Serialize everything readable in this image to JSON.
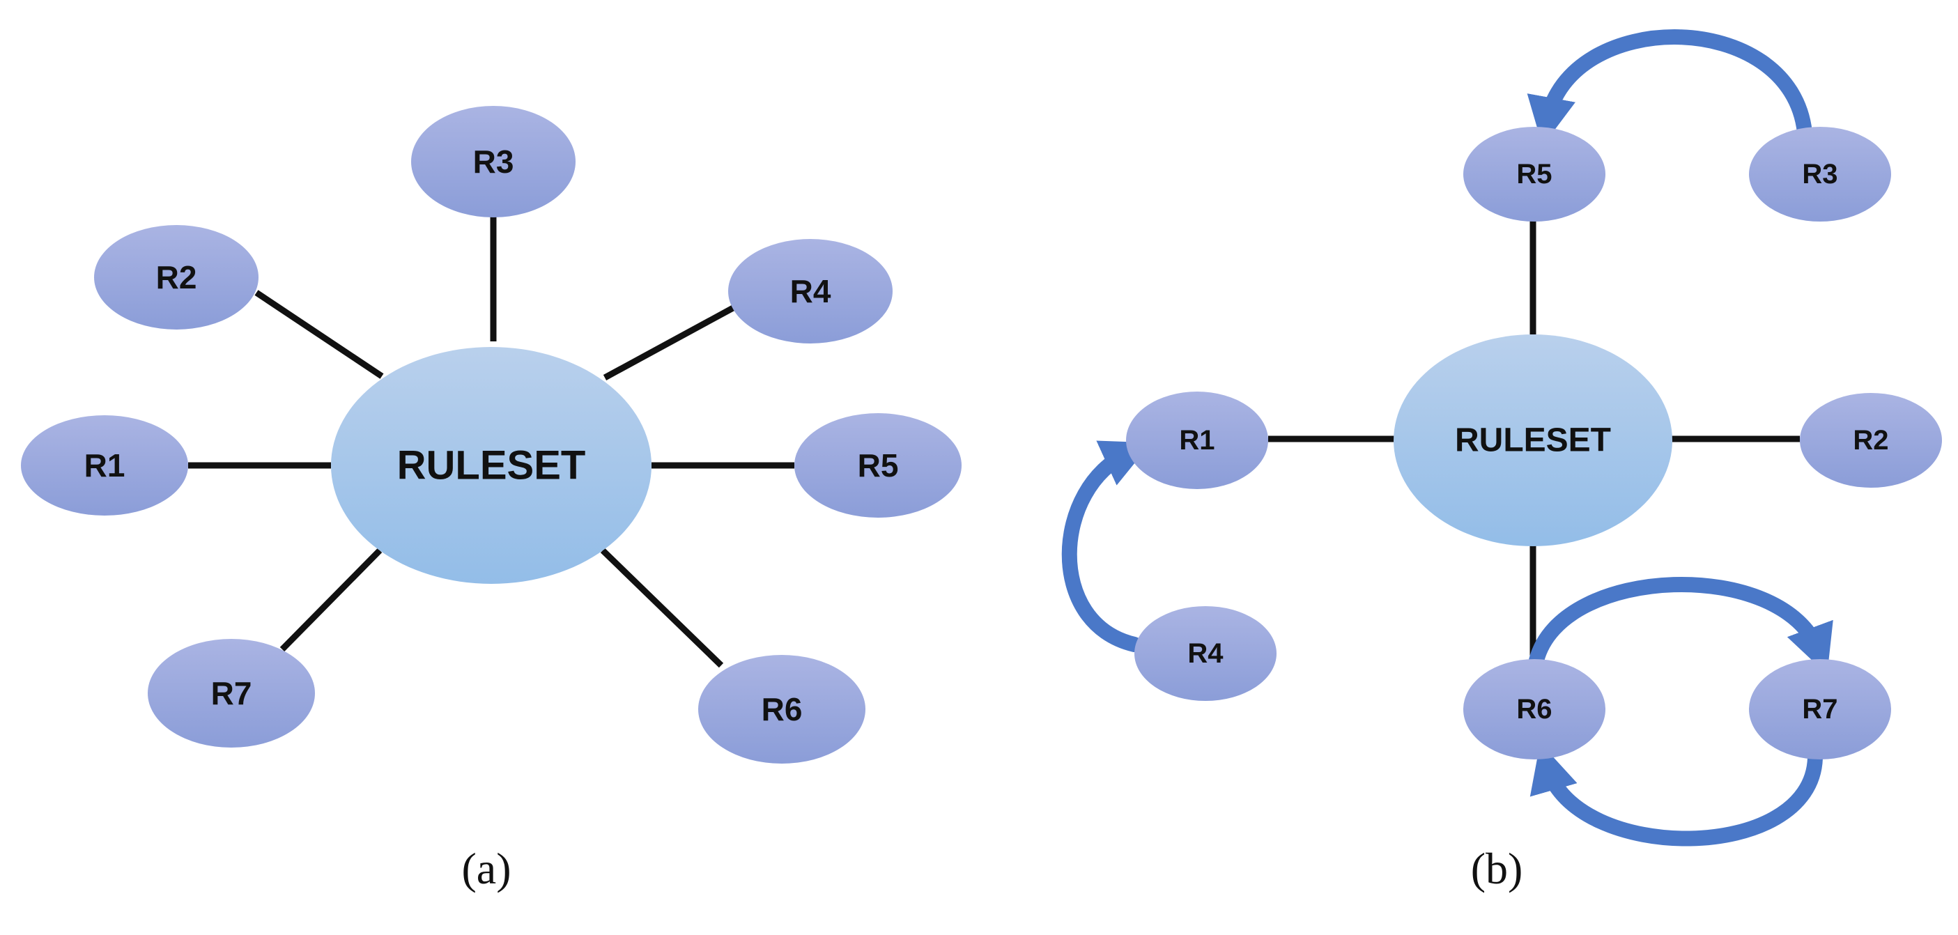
{
  "colors": {
    "background": "#ffffff",
    "edge": "#111111",
    "center_top": "#b9d0ec",
    "center_bottom": "#93bde8",
    "node_top": "#aab4e3",
    "node_bottom": "#8b9dd8",
    "arrow": "#4a78c8",
    "arrow_dark": "#3a64ad"
  },
  "panel_a": {
    "caption": "(a)",
    "center": {
      "label": "RULESET"
    },
    "nodes": [
      {
        "id": "R1",
        "label": "R1"
      },
      {
        "id": "R2",
        "label": "R2"
      },
      {
        "id": "R3",
        "label": "R3"
      },
      {
        "id": "R4",
        "label": "R4"
      },
      {
        "id": "R5",
        "label": "R5"
      },
      {
        "id": "R6",
        "label": "R6"
      },
      {
        "id": "R7",
        "label": "R7"
      }
    ],
    "edges": [
      [
        "RULESET",
        "R1"
      ],
      [
        "RULESET",
        "R2"
      ],
      [
        "RULESET",
        "R3"
      ],
      [
        "RULESET",
        "R4"
      ],
      [
        "RULESET",
        "R5"
      ],
      [
        "RULESET",
        "R6"
      ],
      [
        "RULESET",
        "R7"
      ]
    ]
  },
  "panel_b": {
    "caption": "(b)",
    "center": {
      "label": "RULESET"
    },
    "nodes": [
      {
        "id": "R1",
        "label": "R1"
      },
      {
        "id": "R2",
        "label": "R2"
      },
      {
        "id": "R3",
        "label": "R3"
      },
      {
        "id": "R4",
        "label": "R4"
      },
      {
        "id": "R5",
        "label": "R5"
      },
      {
        "id": "R6",
        "label": "R6"
      },
      {
        "id": "R7",
        "label": "R7"
      }
    ],
    "edges": [
      [
        "RULESET",
        "R1"
      ],
      [
        "RULESET",
        "R2"
      ],
      [
        "RULESET",
        "R5"
      ],
      [
        "RULESET",
        "R6"
      ]
    ],
    "arrows": [
      {
        "from": "R3",
        "to": "R5"
      },
      {
        "from": "R4",
        "to": "R1"
      },
      {
        "from": "R6",
        "to": "R7"
      },
      {
        "from": "R7",
        "to": "R6"
      }
    ]
  }
}
